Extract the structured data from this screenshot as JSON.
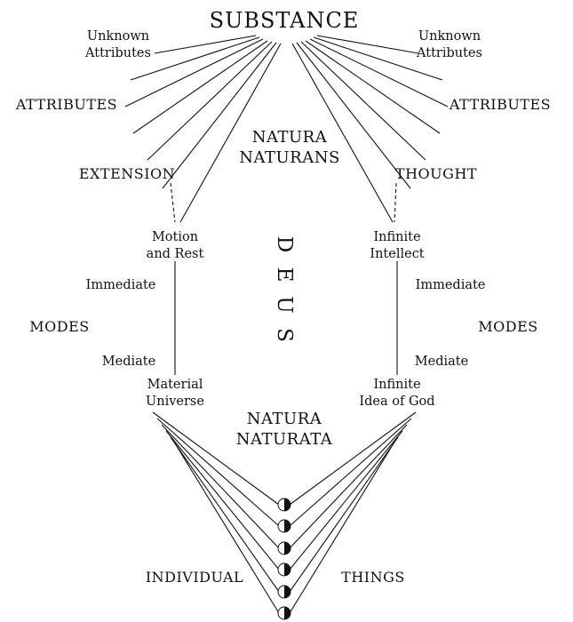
{
  "diagram": {
    "substance": "SUBSTANCE",
    "unknown_attributes_left": "Unknown\nAttributes",
    "unknown_attributes_right": "Unknown\nAttributes",
    "attributes_left": "ATTRIBUTES",
    "attributes_right": "ATTRIBUTES",
    "natura_naturans": "NATURA\nNATURANS",
    "extension": "EXTENSION",
    "thought": "THOUGHT",
    "motion_and_rest": "Motion\nand Rest",
    "infinite_intellect": "Infinite\nIntellect",
    "deus": {
      "d": "D",
      "e": "E",
      "u": "U",
      "s": "S"
    },
    "immediate_left": "Immediate",
    "immediate_right": "Immediate",
    "modes_left": "MODES",
    "modes_right": "MODES",
    "mediate_left": "Mediate",
    "mediate_right": "Mediate",
    "material_universe": "Material\nUniverse",
    "infinite_idea_of_god": "Infinite\nIdea of God",
    "natura_naturata": "NATURA\nNATURATA",
    "individual": "INDIVIDUAL",
    "things": "THINGS"
  },
  "colors": {
    "ink": "#111111",
    "background": "#ffffff"
  },
  "icons": {
    "node": "half-filled-circle-icon"
  }
}
